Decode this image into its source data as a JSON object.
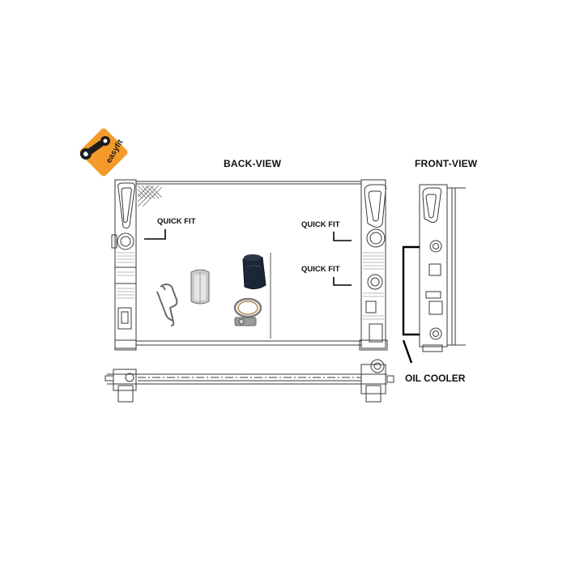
{
  "brand": {
    "logo_text": "easyfit",
    "colors": {
      "logo_orange": "#f39a2a",
      "logo_dark": "#1d1d1d"
    }
  },
  "labels": {
    "back_view": "BACK-VIEW",
    "front_view": "FRONT-VIEW",
    "quick_fit_left": "QUICK FIT",
    "quick_fit_right_top": "QUICK FIT",
    "quick_fit_right_bottom": "QUICK FIT",
    "oil_cooler": "OIL COOLER"
  },
  "icons": [
    "easyfit-logo-icon",
    "wrench-icon",
    "clip-icon",
    "sleeve-icon",
    "hose-icon",
    "hose-clamp-icon"
  ],
  "colors": {
    "line": "#3a3a3a",
    "line_light": "#8a8a8a",
    "bracket": "#000000"
  }
}
